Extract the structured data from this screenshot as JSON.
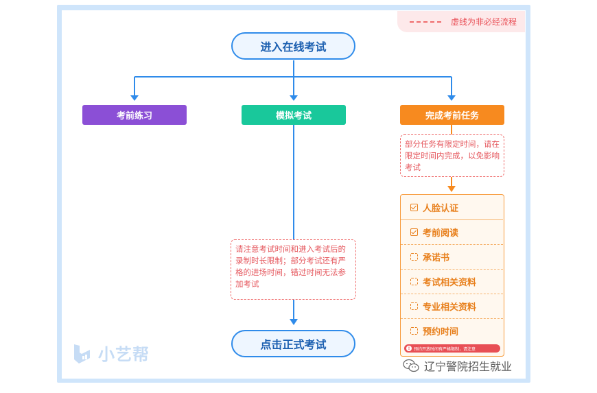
{
  "legend": {
    "text": "虚线为非必经流程"
  },
  "nodes": {
    "start": "进入在线考试",
    "practice": "考前练习",
    "mock": "模拟考试",
    "tasks": "完成考前任务",
    "end": "点击正式考试"
  },
  "notes": {
    "tasks_note": "部分任务有限定时间，请在限定时间内完成，以免影响考试",
    "mock_note": "请注意考试时间和进入考试后的录制时长限制；部分考试还有严格的进场时间，错过时间无法参加考试"
  },
  "task_items": [
    {
      "label": "人脸认证",
      "checked": true
    },
    {
      "label": "考前阅读",
      "checked": true
    },
    {
      "label": "承诺书",
      "checked": false
    },
    {
      "label": "考试相关资料",
      "checked": false
    },
    {
      "label": "专业相关资料",
      "checked": false
    },
    {
      "label": "预约时间",
      "checked": false
    }
  ],
  "task_warning": "预约开放时间有严格限制，请注意",
  "logo": {
    "text": "小艺帮"
  },
  "watermark": {
    "text": "辽宁警院招生就业"
  },
  "colors": {
    "frame": "#cfe5fb",
    "practice": "#8b4fd6",
    "mock": "#19c89b",
    "tasks": "#f78a1f",
    "arrow": "#2f8bea",
    "note": "#ef6b6b"
  }
}
